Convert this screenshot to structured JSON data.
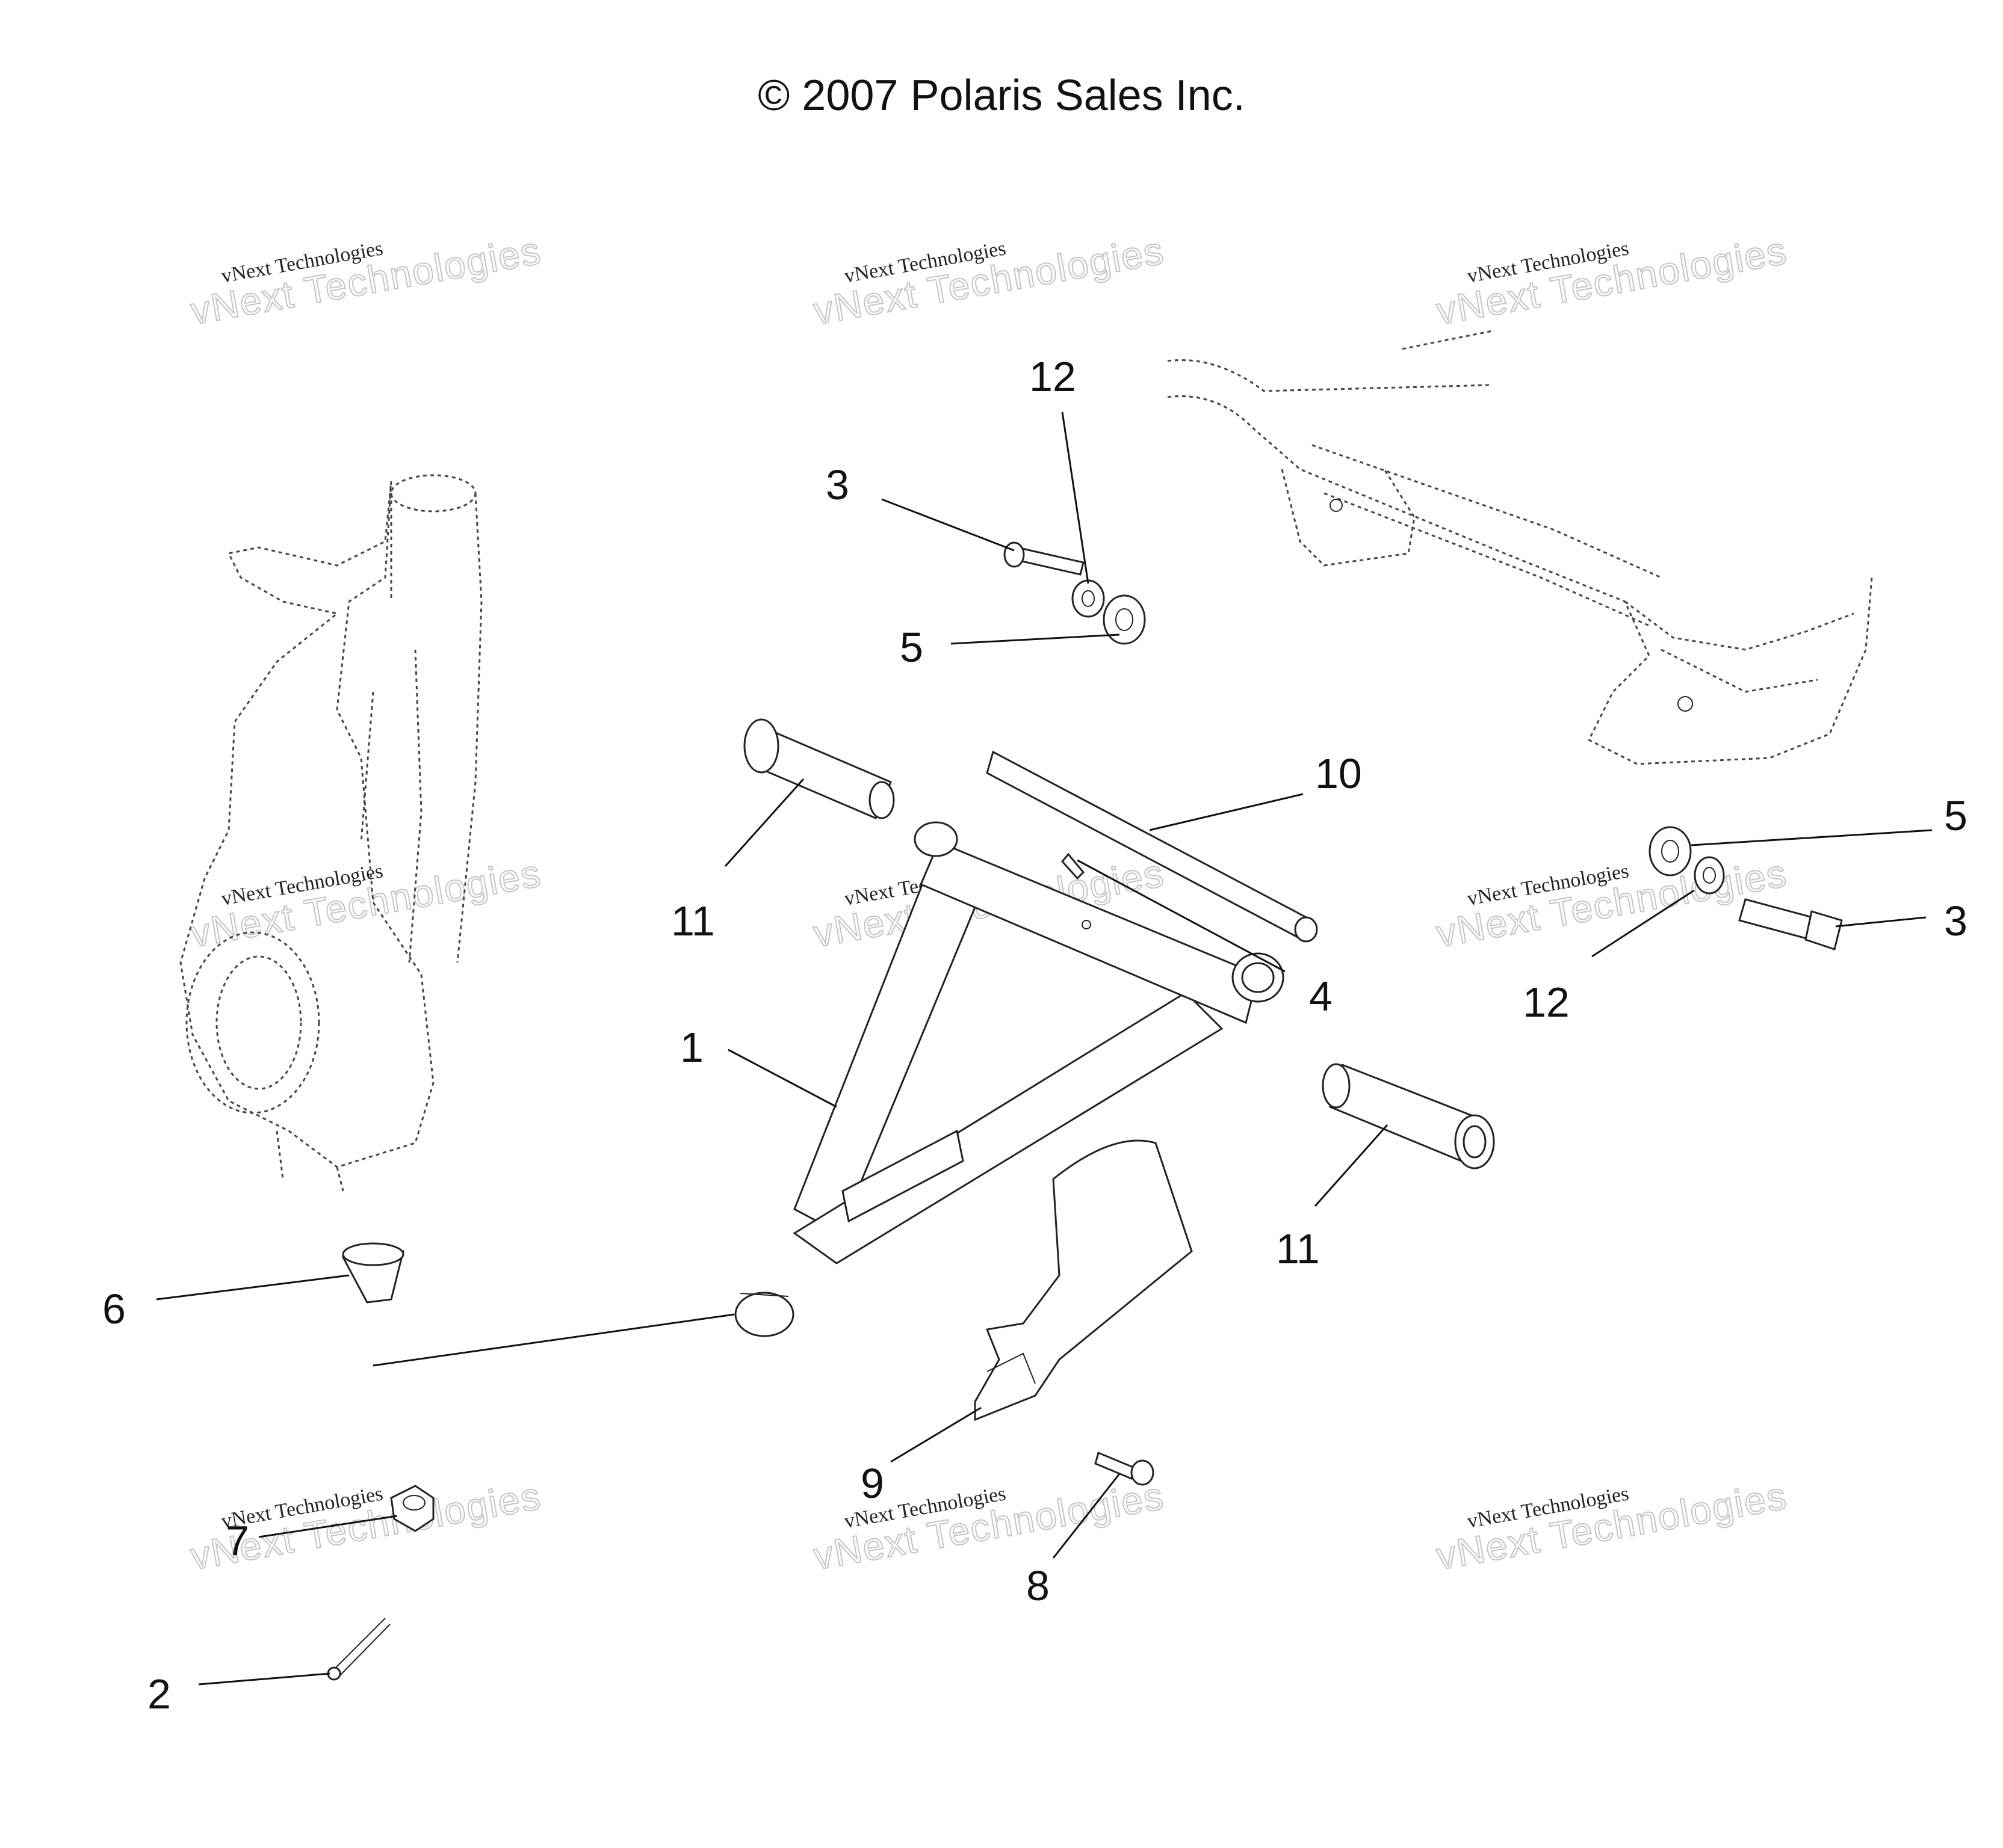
{
  "copyright": "© 2007 Polaris Sales Inc.",
  "watermark": {
    "line1": "vNext Technologies",
    "line2": "vNext Technologies"
  },
  "callouts": {
    "c1": "1",
    "c2": "2",
    "c3_top": "3",
    "c3_right": "3",
    "c4": "4",
    "c5_top": "5",
    "c5_right": "5",
    "c6": "6",
    "c7": "7",
    "c8": "8",
    "c9": "9",
    "c10": "10",
    "c11_left": "11",
    "c11_right": "11",
    "c12_top": "12",
    "c12_right": "12"
  }
}
